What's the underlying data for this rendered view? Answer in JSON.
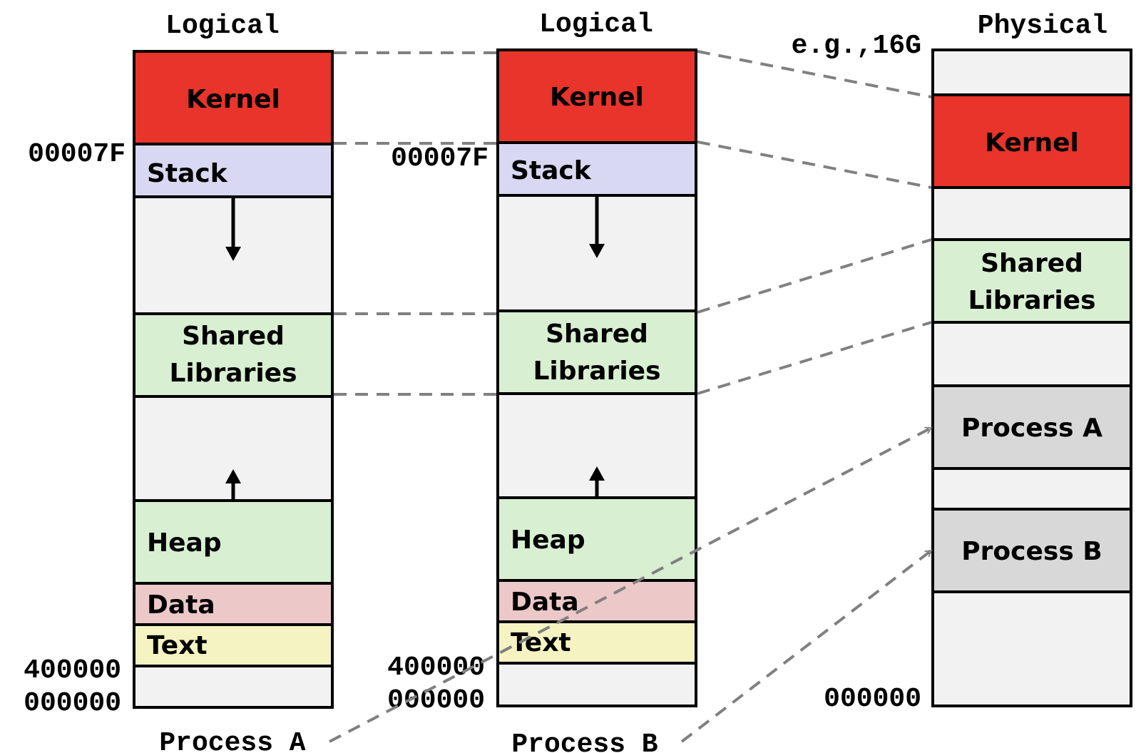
{
  "colors": {
    "kernel": "#e8342a",
    "stack": "#d8d8f2",
    "shared": "#d8efd2",
    "heap": "#d8efd2",
    "data": "#ecc8c8",
    "text": "#f6f3c2",
    "empty": "#f2f2f2",
    "process": "#d8d8d8",
    "dashed": "#808080"
  },
  "logical_a": {
    "title": "Logical",
    "caption": "Process A",
    "addr_top": "00007F",
    "addr_400000": "400000",
    "addr_zero": "000000",
    "kernel": "Kernel",
    "stack": "Stack",
    "shared_line1": "Shared",
    "shared_line2": "Libraries",
    "heap": "Heap",
    "data": "Data",
    "text": "Text"
  },
  "logical_b": {
    "title": "Logical",
    "caption": "Process B",
    "addr_top": "00007F",
    "addr_400000": "400000",
    "addr_zero": "000000",
    "kernel": "Kernel",
    "stack": "Stack",
    "shared_line1": "Shared",
    "shared_line2": "Libraries",
    "heap": "Heap",
    "data": "Data",
    "text": "Text"
  },
  "physical": {
    "title": "Physical",
    "size_note": "e.g.,16G",
    "addr_zero": "000000",
    "kernel": "Kernel",
    "shared_line1": "Shared",
    "shared_line2": "Libraries",
    "process_a": "Process A",
    "process_b": "Process B"
  }
}
